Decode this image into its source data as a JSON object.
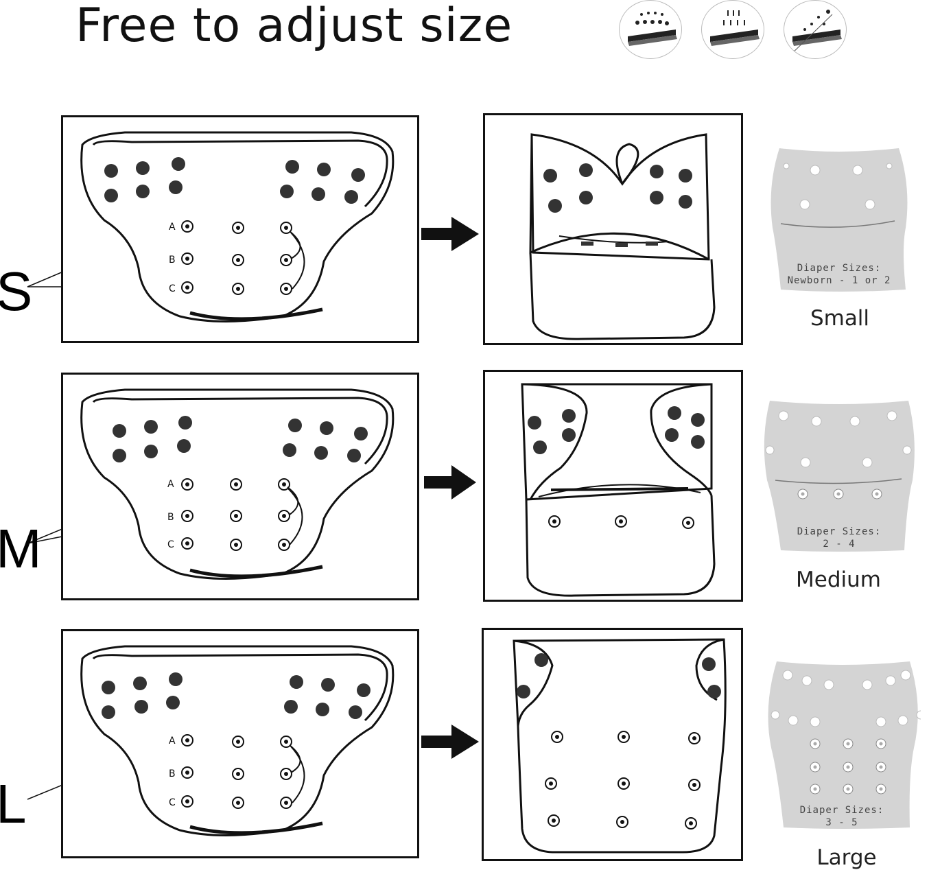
{
  "title": "Free to adjust size",
  "feature_icons": [
    "waterproof-drops-icon",
    "breathable-layer-icon",
    "leak-proof-layer-icon"
  ],
  "snap_labels": [
    "A",
    "B",
    "C"
  ],
  "rows": [
    {
      "letter": "S",
      "caption": "Small",
      "ref_line1": "Diaper Sizes:",
      "ref_line2": "Newborn - 1 or 2"
    },
    {
      "letter": "M",
      "caption": "Medium",
      "ref_line1": "Diaper Sizes:",
      "ref_line2": "2 - 4"
    },
    {
      "letter": "L",
      "caption": "Large",
      "ref_line1": "Diaper Sizes:",
      "ref_line2": "3 - 5"
    }
  ],
  "colors": {
    "ink": "#111111",
    "ref_gray": "#d4d4d4",
    "ref_text": "#444444"
  }
}
